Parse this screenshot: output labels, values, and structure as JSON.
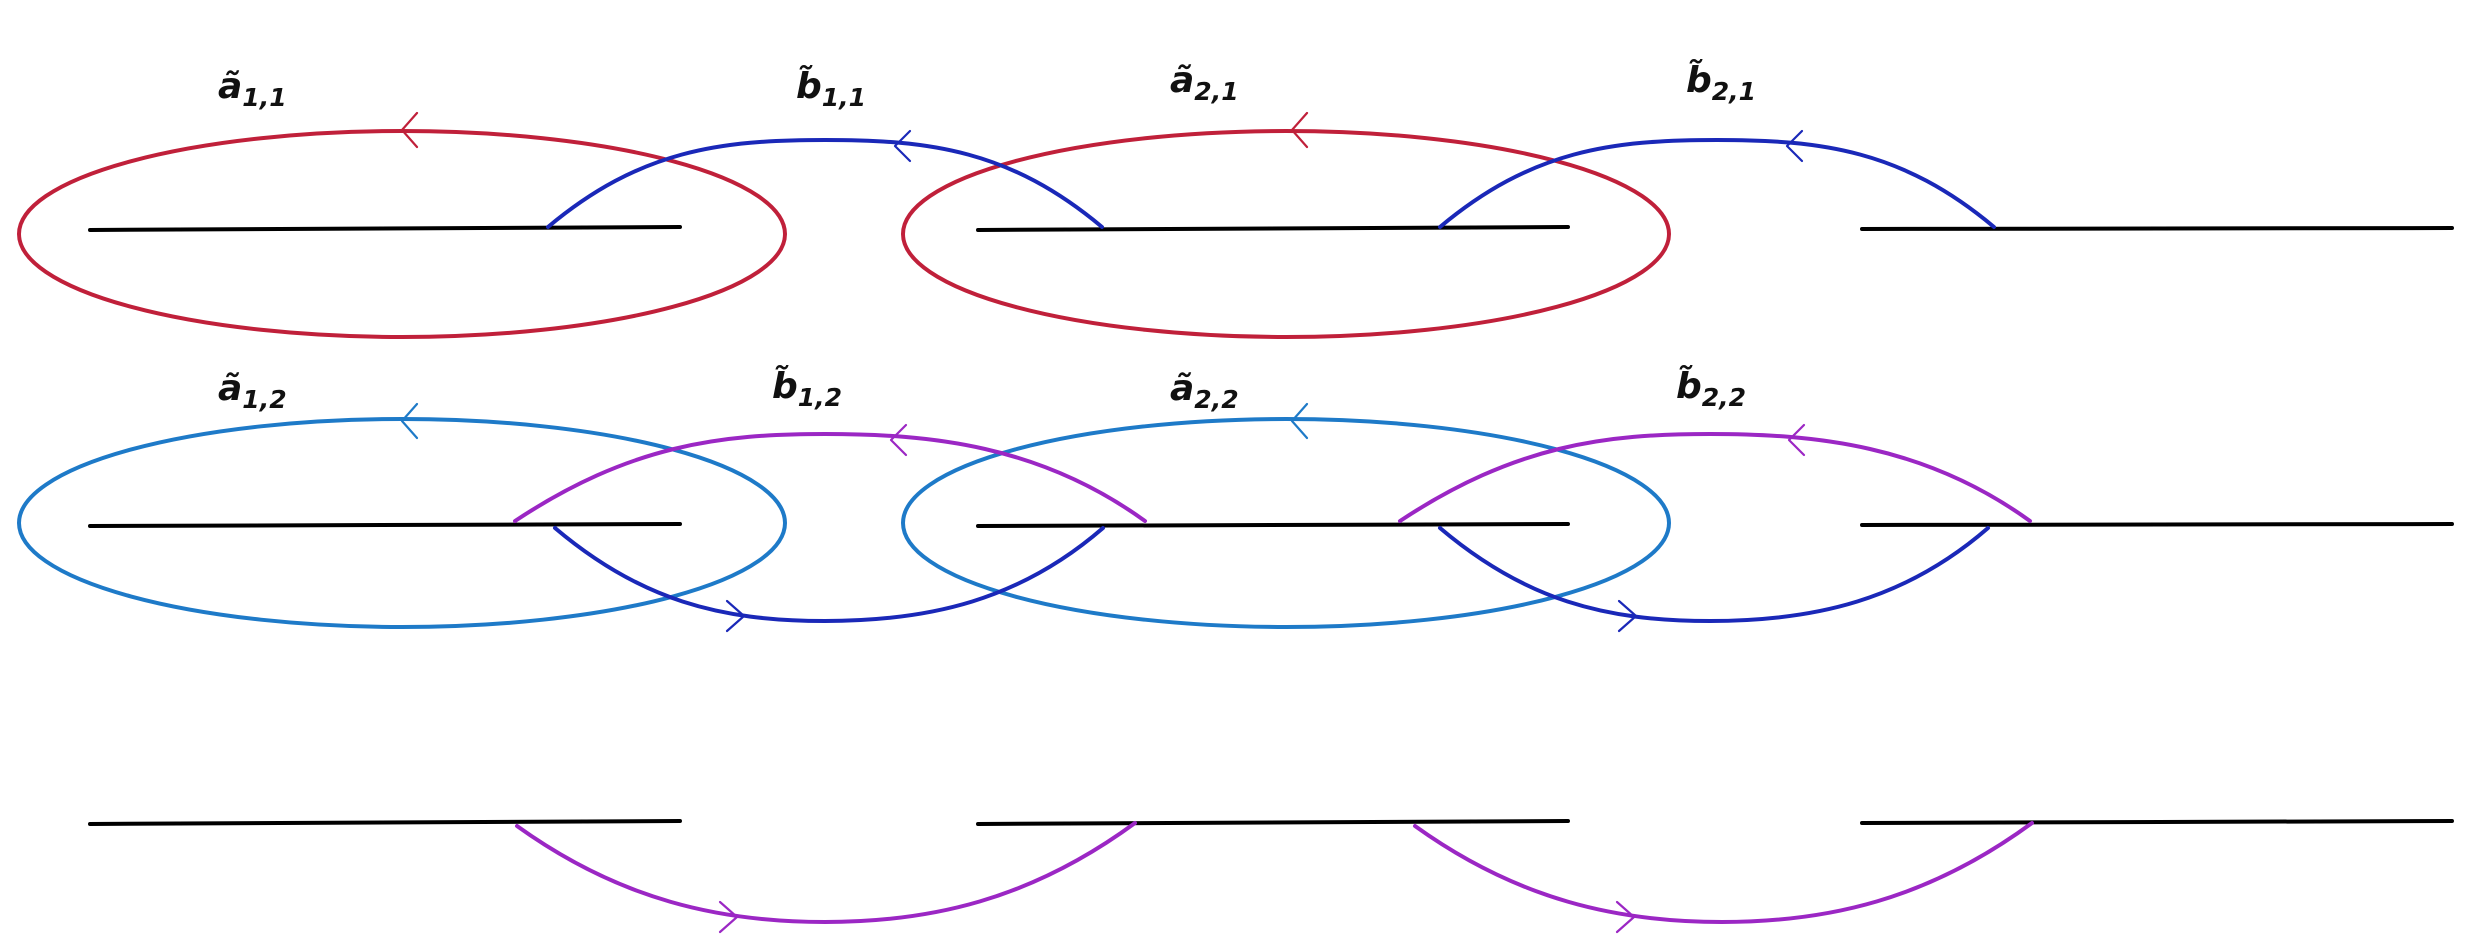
{
  "colors": {
    "a_row1": "#c0203a",
    "b_row1": "#1a28b8",
    "a_row2": "#1e7ac8",
    "b_row2_upper": "#9b27c4",
    "b_row2_lower": "#1a28b8",
    "b_row3": "#9b27c4",
    "cut": "#000000",
    "label": "#111111"
  },
  "labels": [
    {
      "id": "a11",
      "letter": "ã",
      "sub": "1,1"
    },
    {
      "id": "b11",
      "letter": "b̃",
      "sub": "1,1"
    },
    {
      "id": "a21",
      "letter": "ã",
      "sub": "2,1"
    },
    {
      "id": "b21",
      "letter": "b̃",
      "sub": "2,1"
    },
    {
      "id": "a12",
      "letter": "ã",
      "sub": "1,2"
    },
    {
      "id": "b12",
      "letter": "b̃",
      "sub": "1,2"
    },
    {
      "id": "a22",
      "letter": "ã",
      "sub": "2,2"
    },
    {
      "id": "b22",
      "letter": "b̃",
      "sub": "2,2"
    }
  ]
}
